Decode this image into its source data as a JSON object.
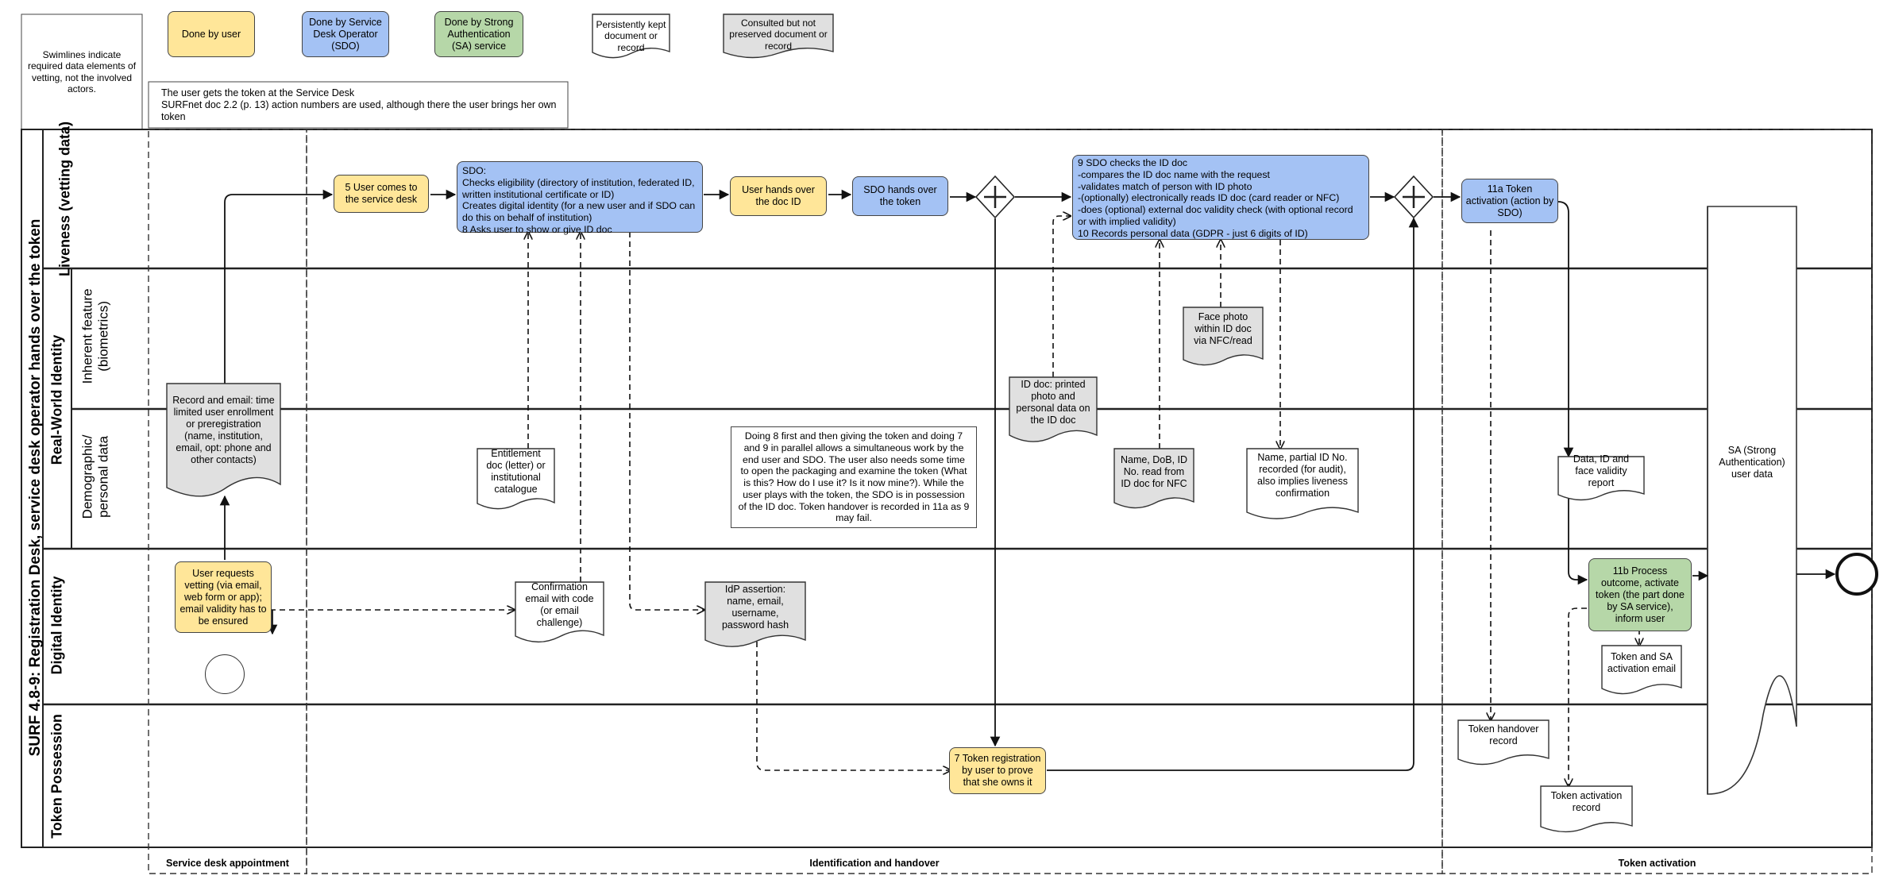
{
  "legend": {
    "swimlanes_note": "Swimlines indicate required data elements of vetting, not the involved actors.",
    "done_by_user": "Done by user",
    "done_by_sdo": "Done by Service Desk Operator (SDO)",
    "done_by_sa": "Done by Strong Authentication (SA) service",
    "persistent_doc": "Persistently kept document or record",
    "consulted_doc": "Consulted but not preserved document or record"
  },
  "scenario_note": "The user gets the token at the Service Desk\nSURFnet doc 2.2 (p. 13) action numbers are used, although there the user brings her own token",
  "pool_title": "SURF 4.8-9: Registration Desk, service desk operator hands over the token",
  "lanes": {
    "liveness": "Liveness (vetting data)",
    "real_world": "Real-World Identity",
    "inherent": "Inherent feature (biometrics)",
    "demographic": "Demographic/ personal data",
    "digital": "Digital Identity",
    "token": "Token Possession"
  },
  "phases": {
    "appointment": "Service desk appointment",
    "identification": "Identification and handover",
    "activation": "Token activation"
  },
  "tasks": {
    "user_comes": "5 User comes to the service desk",
    "sdo_checks": "SDO:\nChecks eligibility (directory of institution, federated ID, written institutional certificate or ID)\nCreates digital identity (for a new user and if SDO can do this on behalf of institution)\n8 Asks user to show or give ID doc",
    "user_hands_doc": "User hands over the doc ID",
    "sdo_hands_token": "SDO hands over the token",
    "sdo_checks_id": "9 SDO checks the ID doc\n-compares the ID doc name with the request\n-validates match of person with ID photo\n-(optionally) electronically reads ID doc (card reader or NFC)\n-does (optional) external doc validity check (with optional record or with implied validity)\n10 Records personal data (GDPR - just 6 digits of ID)",
    "token_activation": "11a Token activation (action by SDO)",
    "user_requests": "User requests vetting (via email, web form or app); email validity has to be ensured",
    "process_outcome": "11b Process outcome, activate token (the part done by SA service), inform user",
    "token_registration": "7 Token registration by user to prove that she owns it"
  },
  "documents": {
    "record_email": "Record and email: time limited user enrollment or preregistration (name, institution, email, opt: phone and other contacts)",
    "entitlement": "Entitlement doc (letter) or institutional catalogue",
    "id_doc": "ID doc: printed photo and personal data on the ID doc",
    "face_photo": "Face photo within ID doc via NFC/read",
    "name_dob": "Name, DoB, ID No. read from ID doc for NFC",
    "name_partial": "Name, partial ID No. recorded (for audit), also implies liveness confirmation",
    "data_report": "Data, ID and face validity report",
    "confirmation_email": "Confirmation email with code (or email challenge)",
    "idp_assertion": "IdP assertion: name, email, username, password hash",
    "token_sa_email": "Token and SA activation email",
    "token_handover": "Token handover record",
    "token_activation_record": "Token activation record",
    "sa_user_data": "SA (Strong Authentication) user data"
  },
  "parallel_note": "Doing 8 first and then giving the token and doing 7 and 9 in parallel allows a simultaneous work by the end user and SDO. The user also needs some time to open the packaging and examine the token (What is this? How do I use it? Is it now mine?). While the user plays with the token, the SDO is in possession of the ID doc. Token handover is recorded in 11a as 9 may fail.",
  "colors": {
    "user": "#ffe699",
    "sdo": "#a4c2f4",
    "sa": "#b6d7a8",
    "consulted": "#e0e0e0"
  }
}
